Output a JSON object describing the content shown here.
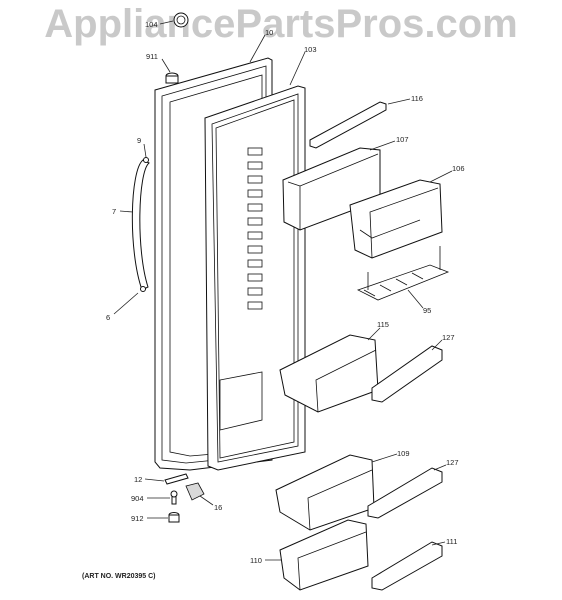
{
  "watermark": "AppliancePartsPros.com",
  "art_number": "(ART NO. WR20395 C)",
  "callouts": {
    "c104": "104",
    "c10": "10",
    "c103": "103",
    "c911": "911",
    "c116": "116",
    "c9": "9",
    "c107": "107",
    "c106": "106",
    "c7": "7",
    "c6": "6",
    "c95": "95",
    "c115": "115",
    "c127a": "127",
    "c109": "109",
    "c127b": "127",
    "c12": "12",
    "c904": "904",
    "c16": "16",
    "c912": "912",
    "c111": "111",
    "c110": "110"
  }
}
